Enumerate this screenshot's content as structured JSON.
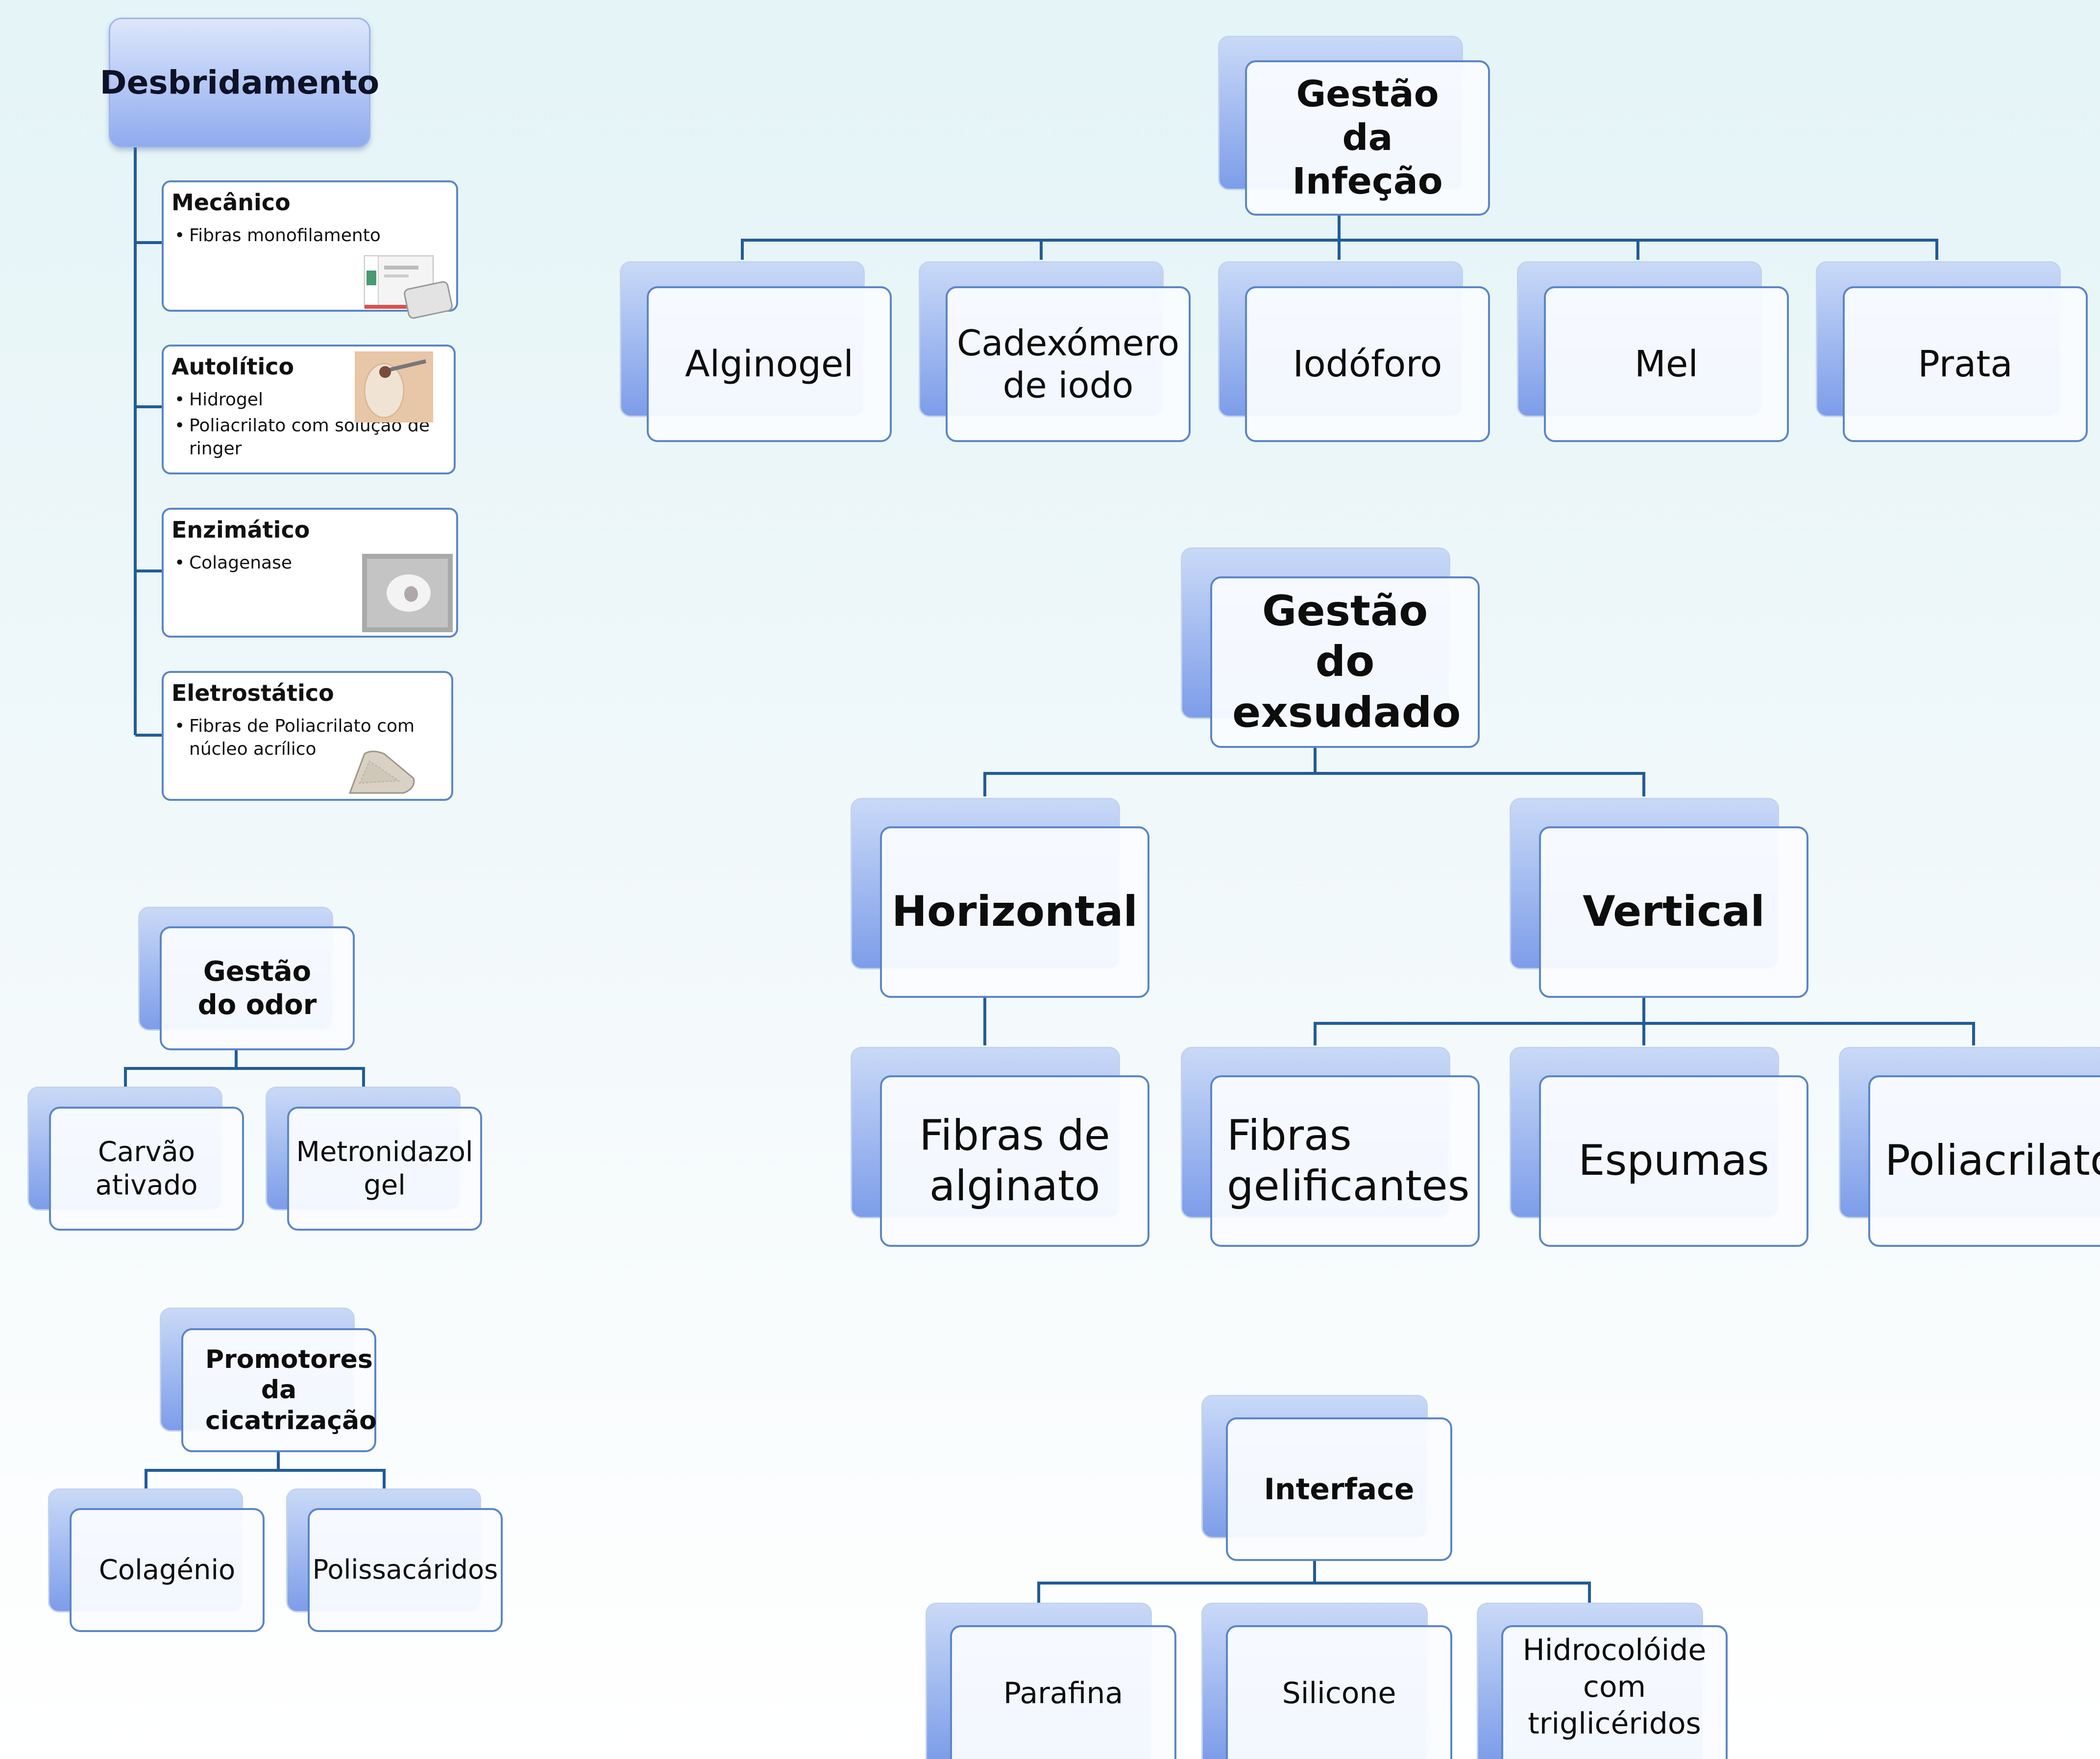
{
  "desbridamento": {
    "title": "Desbridamento",
    "items": [
      {
        "title": "Mecânico",
        "bullets": [
          "Fibras monofilamento"
        ],
        "image": "dressing-box-photo"
      },
      {
        "title": "Autolítico",
        "bullets": [
          "Hidrogel",
          "Poliacrilato com solução de ringer"
        ],
        "image": "gel-application-photo"
      },
      {
        "title": "Enzimático",
        "bullets": [
          "Colagenase"
        ],
        "image": "wound-photo"
      },
      {
        "title": "Eletrostático",
        "bullets": [
          "Fibras de Poliacrilato com núcleo acrílico"
        ],
        "image": "pad-photo"
      }
    ]
  },
  "infecao": {
    "title": "Gestão da Infeção",
    "children": [
      "Alginogel",
      "Cadexómero de iodo",
      "Iodóforo",
      "Mel",
      "Prata"
    ]
  },
  "exsudado": {
    "title": "Gestão do exsudado",
    "horizontal": {
      "label": "Horizontal",
      "children": [
        "Fibras de alginato"
      ]
    },
    "vertical": {
      "label": "Vertical",
      "children": [
        "Fibras gelificantes",
        "Espumas",
        "Poliacrilato"
      ]
    }
  },
  "odor": {
    "title": "Gestão do odor",
    "children": [
      "Carvão ativado",
      "Metronidazol gel"
    ]
  },
  "promotores": {
    "title": "Promotores da cicatrização",
    "children": [
      "Colagénio",
      "Polissacáridos"
    ]
  },
  "interface": {
    "title": "Interface",
    "children": [
      "Parafina",
      "Silicone",
      "Hidrocolóide com triglicéridos"
    ]
  },
  "colors": {
    "connector": "#215c98",
    "card_border": "#5b86c8",
    "shadow_top": "#c9d9f7",
    "shadow_bottom": "#7d9de9"
  }
}
